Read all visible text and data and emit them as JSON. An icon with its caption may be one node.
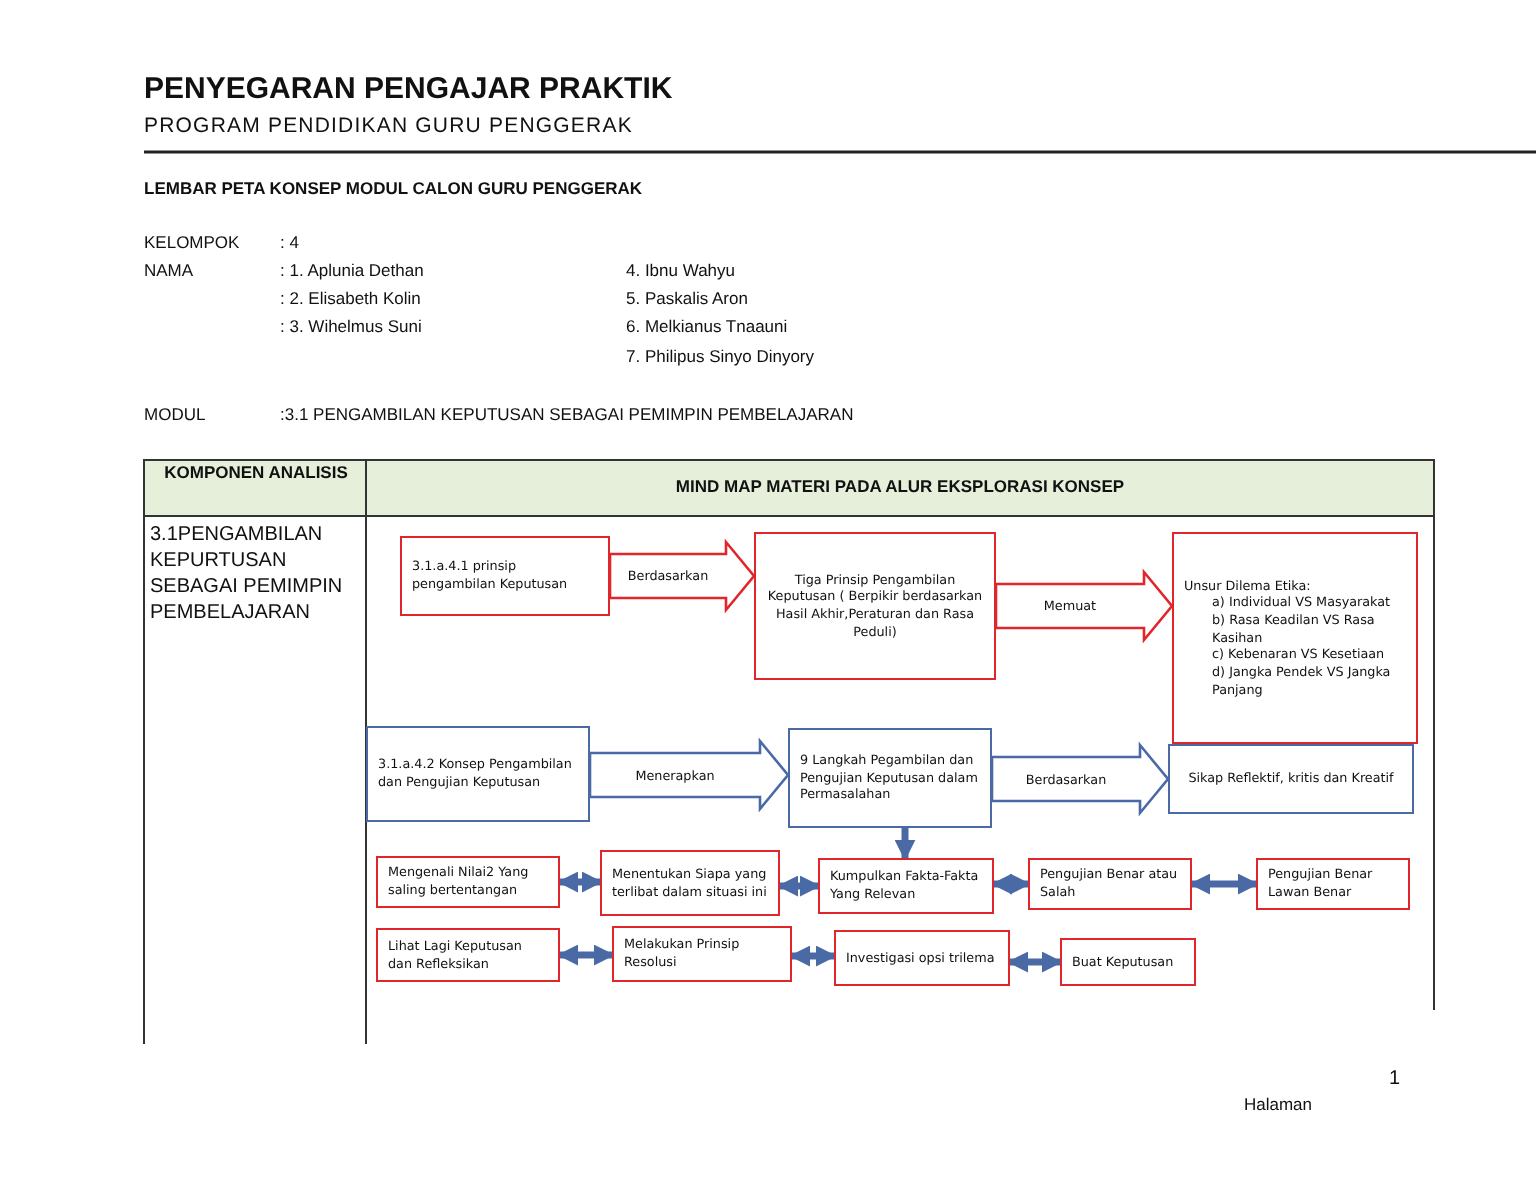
{
  "diagram": {
    "title": "PENYEGARAN PENGAJAR PRAKTIK",
    "nodes": [
      {
        "text": [
          "3.1.a.4.1 prinsip pengambilan Keputusan"
        ]
      },
      {
        "text": [
          "Tiga Prinsip Pengambilan Keputusan ( Berpikir berdasarkan Hasil Akhir,Peraturan dan Rasa Peduli)"
        ]
      },
      {
        "text": [
          "Unsur Dilema Etika:",
          "a) Individual VS Masyarakat",
          "b) Rasa Keadilan VS Rasa Kasihan",
          "c) Kebenaran VS Kesetiaan",
          "d) Jangka Pendek VS Jangka Panjang"
        ]
      },
      {
        "text": [
          "3.1.a.4.2 Konsep Pengambilan dan Pengujian Keputusan"
        ]
      },
      {
        "text": [
          "9 Langkah Pegambilan dan Pengujian Keputusan dalam Permasalahan"
        ]
      },
      {
        "text": [
          "Sikap Reflektif, kritis dan Kreatif"
        ]
      },
      {
        "text": [
          "Mengenali Nilai2 Yang saling bertentangan"
        ]
      },
      {
        "text": [
          "Menentukan Siapa yang terlibat dalam situasi ini"
        ]
      },
      {
        "text": [
          "Kumpulkan Fakta-Fakta Yang Relevan"
        ]
      },
      {
        "text": [
          "Pengujian Benar atau Salah"
        ]
      },
      {
        "text": [
          "Pengujian Benar Lawan Benar"
        ]
      },
      {
        "text": [
          "Lihat Lagi Keputusan dan Refleksikan"
        ]
      },
      {
        "text": [
          "Melakukan Prinsip Resolusi"
        ]
      },
      {
        "text": [
          "Investigasi opsi trilema"
        ]
      },
      {
        "text": [
          "Buat Keputusan"
        ]
      }
    ],
    "edges": [
      {
        "from": 0,
        "to": 1,
        "arrow": "to",
        "label": "Berdasarkan",
        "color": "#e0262b"
      },
      {
        "from": 1,
        "to": 2,
        "arrow": "to",
        "label": "Memuat",
        "color": "#e0262b"
      },
      {
        "from": 3,
        "to": 4,
        "arrow": "to",
        "label": "Menerapkan"
      },
      {
        "from": 4,
        "to": 5,
        "arrow": "to",
        "label": "Berdasarkan"
      },
      {
        "from": 4,
        "to": 8,
        "arrow": "to"
      },
      {
        "from": 6,
        "to": 7,
        "arrow": "both"
      },
      {
        "from": 7,
        "to": 8,
        "arrow": "both"
      },
      {
        "from": 8,
        "to": 9,
        "arrow": "both"
      },
      {
        "from": 9,
        "to": 10,
        "arrow": "both"
      },
      {
        "from": 11,
        "to": 12,
        "arrow": "both"
      },
      {
        "from": 12,
        "to": 13,
        "arrow": "both"
      },
      {
        "from": 13,
        "to": 14,
        "arrow": "both"
      }
    ],
    "labels": [
      "PROGRAM PENDIDIKAN GURU PENGGERAK",
      "LEMBAR PETA KONSEP MODUL CALON GURU PENGGERAK",
      "KELOMPOK",
      ": 4",
      "NAMA",
      ": 1. Aplunia Dethan",
      "4. Ibnu Wahyu",
      ": 2. Elisabeth Kolin",
      "5. Paskalis Aron",
      ": 3. Wihelmus Suni",
      "6. Melkianus Tnaauni",
      "7. Philipus Sinyo Dinyory",
      "MODUL",
      ":3.1 PENGAMBILAN KEPUTUSAN SEBAGAI PEMIMPIN PEMBELAJARAN",
      "KOMPONEN ANALISIS",
      "MIND MAP MATERI PADA ALUR EKSPLORASI KONSEP",
      "3.1PENGAMBILAN KEPURTUSAN SEBAGAI PEMIMPIN PEMBELAJARAN",
      "1",
      "Halaman"
    ]
  }
}
